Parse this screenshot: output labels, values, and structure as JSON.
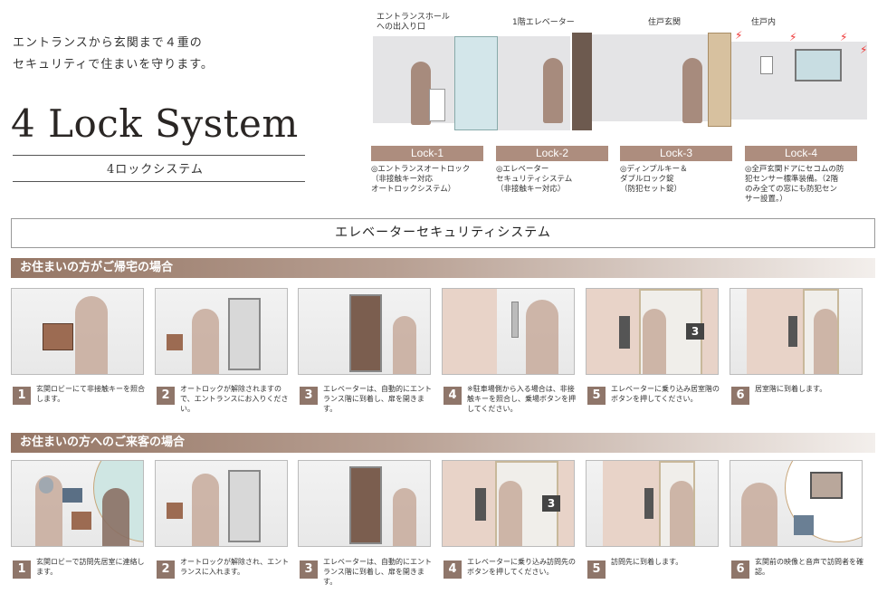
{
  "intro": {
    "line1": "エントランスから玄関まで４重の",
    "line2": "セキュリティで住まいを守ります。"
  },
  "title": "4 Lock System",
  "subtitle": "4ロックシステム",
  "diagram": {
    "locations": [
      "エントランスホール\nへの出入り口",
      "1階エレベーター",
      "住戸玄関",
      "住戸内"
    ],
    "locks": [
      {
        "label": "Lock-1",
        "note": "◎エントランスオートロック\n（非接触キー対応\nオートロックシステム）"
      },
      {
        "label": "Lock-2",
        "note": "◎エレベーター\nセキュリティシステム\n（非接触キー対応）"
      },
      {
        "label": "Lock-3",
        "note": "◎ディンプルキー＆\nダブルロック錠\n（防犯セット錠）"
      },
      {
        "label": "Lock-4",
        "note": "◎全戸玄関ドアにセコムの防\n犯センサー標準装備。（2階\nのみ全ての窓にも防犯セン\nサー設置。）"
      }
    ]
  },
  "system_title": "エレベーターセキュリティシステム",
  "sections": [
    {
      "header": "お住まいの方がご帰宅の場合",
      "steps": [
        {
          "num": "1",
          "text": "玄関ロビーにて非接触キーを照合します。"
        },
        {
          "num": "2",
          "text": "オートロックが解除されますので、エントランスにお入りください。"
        },
        {
          "num": "3",
          "text": "エレベーターは、自動的にエントランス階に到着し、扉を開きます。"
        },
        {
          "num": "4",
          "text": "※駐車場側から入る場合は、非接触キーを照合し、乗場ボタンを押してください。"
        },
        {
          "num": "5",
          "text": "エレベーターに乗り込み居室階のボタンを押してください。"
        },
        {
          "num": "6",
          "text": "居室階に到着します。"
        }
      ]
    },
    {
      "header": "お住まいの方へのご来客の場合",
      "steps": [
        {
          "num": "1",
          "text": "玄関ロビーで訪問先居室に連絡します。"
        },
        {
          "num": "2",
          "text": "オートロックが解除され、エントランスに入れます。"
        },
        {
          "num": "3",
          "text": "エレベーターは、自動的にエントランス階に到着し、扉を開きます。"
        },
        {
          "num": "4",
          "text": "エレベーターに乗り込み訪問先のボタンを押してください。"
        },
        {
          "num": "5",
          "text": "訪問先に到着します。"
        },
        {
          "num": "6",
          "text": "玄関前の映像と音声で訪問者を確認。"
        }
      ]
    }
  ],
  "floor_indicator": "3",
  "colors": {
    "accent": "#8f766a",
    "badge": "#ad8d7e",
    "silhouette": "#a78b7d"
  }
}
